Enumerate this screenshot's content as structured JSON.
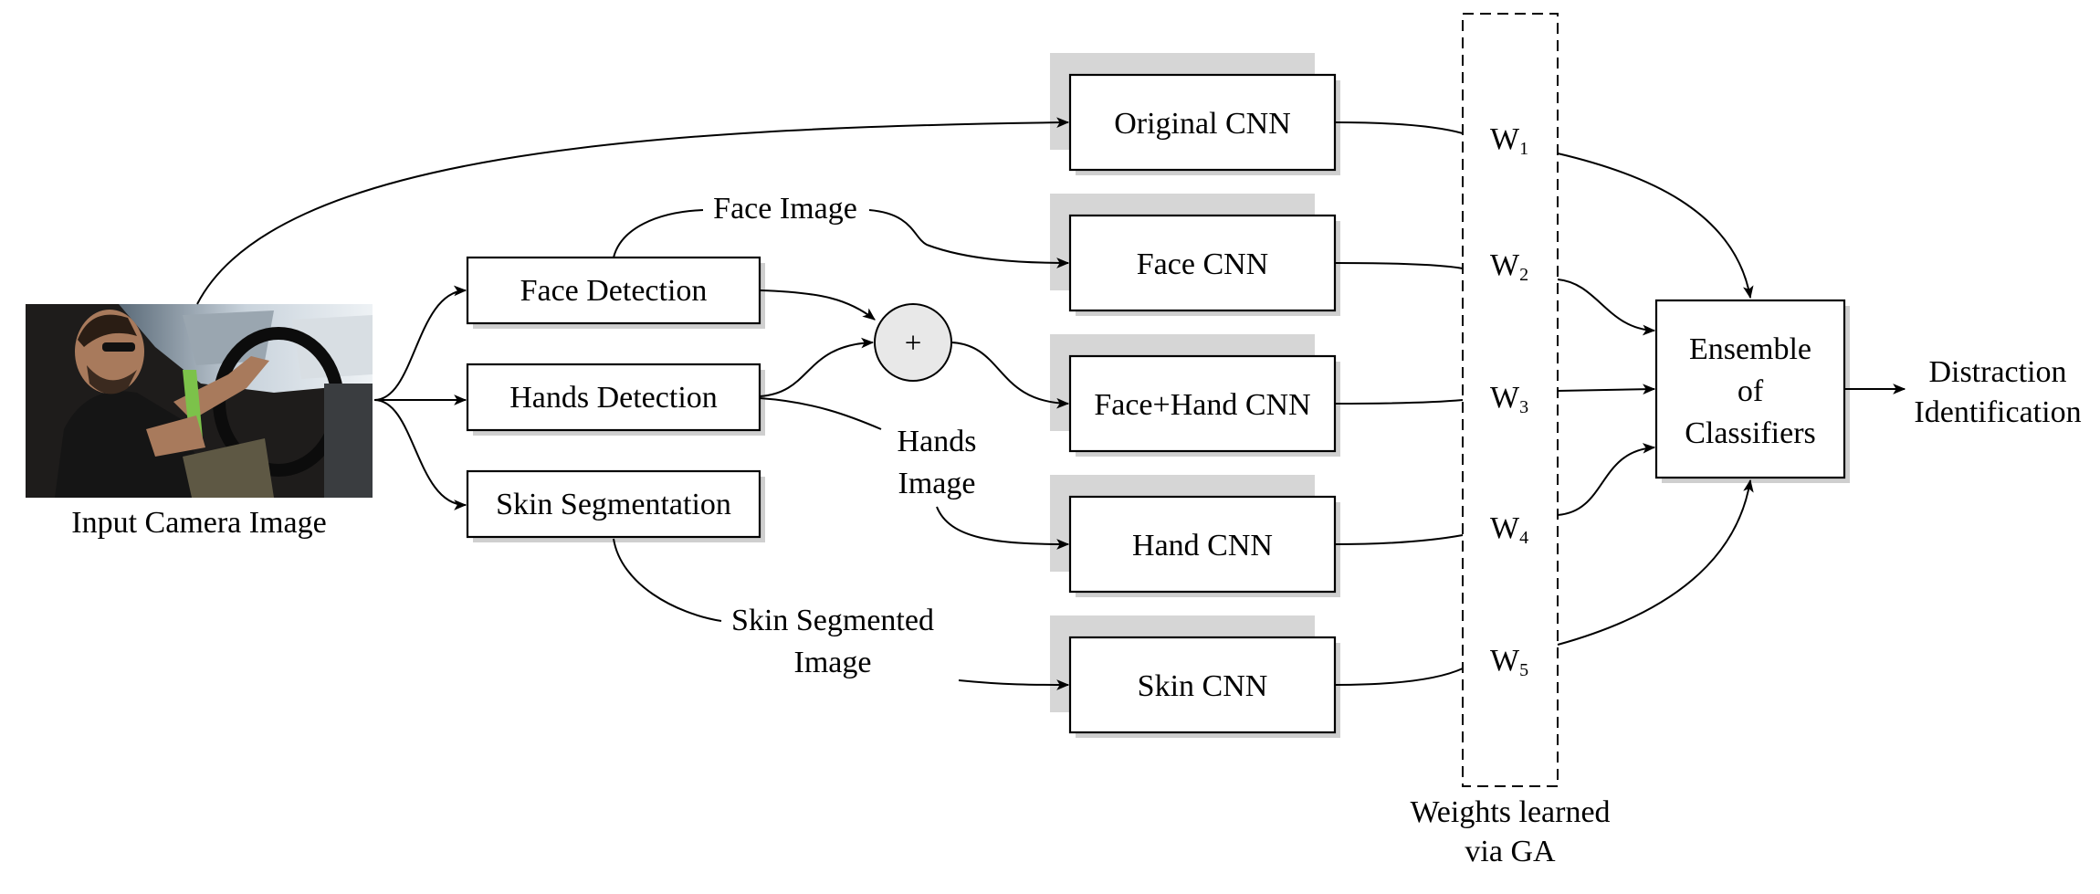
{
  "input": {
    "caption": "Input Camera Image",
    "photo_icon": "driver-camera-photo"
  },
  "detectors": {
    "face": "Face Detection",
    "hands": "Hands Detection",
    "skin": "Skin Segmentation"
  },
  "intermediate": {
    "face_image": "Face Image",
    "hands_image_1": "Hands",
    "hands_image_2": "Image",
    "skin_image_1": "Skin Segmented",
    "skin_image_2": "Image",
    "combine_symbol": "+"
  },
  "cnns": {
    "original": "Original CNN",
    "face": "Face CNN",
    "face_hand": "Face+Hand CNN",
    "hand": "Hand CNN",
    "skin": "Skin CNN"
  },
  "weights": {
    "letter": "W",
    "subs": [
      "1",
      "2",
      "3",
      "4",
      "5"
    ],
    "caption_1": "Weights learned",
    "caption_2": "via GA"
  },
  "ensemble": {
    "line1": "Ensemble",
    "line2": "of",
    "line3": "Classifiers"
  },
  "output": {
    "line1": "Distraction",
    "line2": "Identification"
  }
}
